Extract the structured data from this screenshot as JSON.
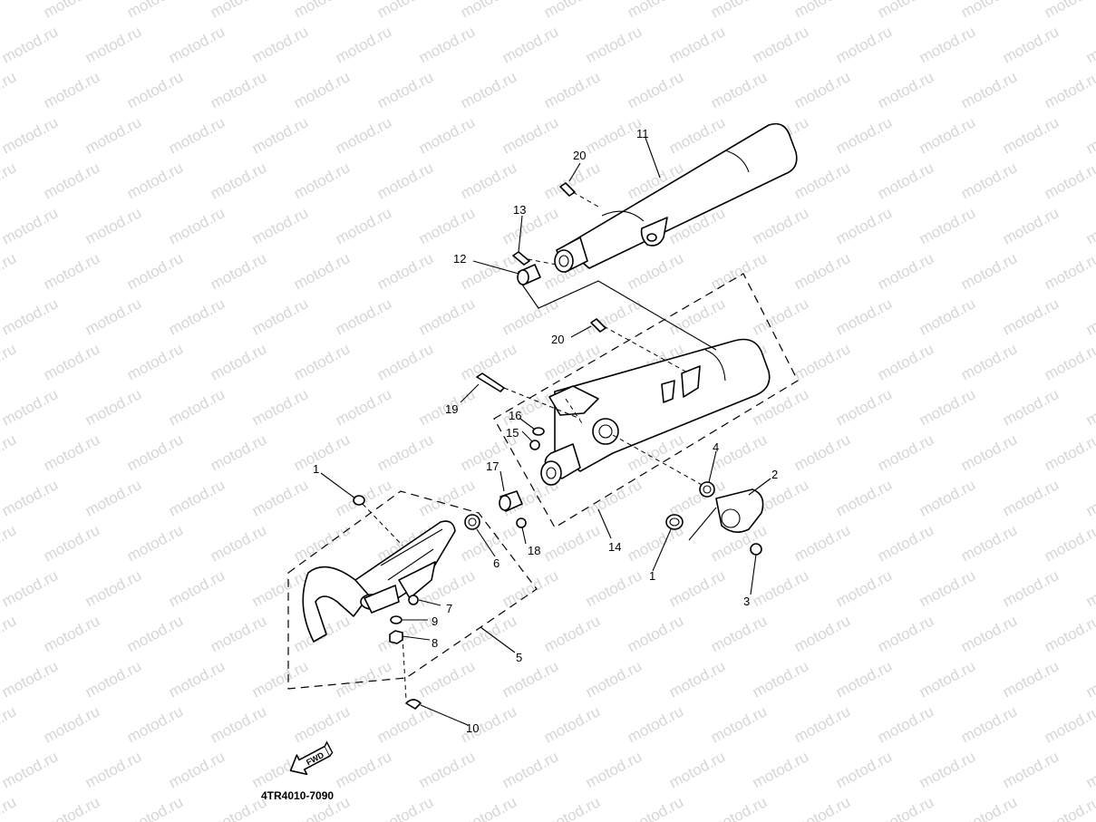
{
  "watermark": {
    "text": "motod.ru"
  },
  "diagram_code": "4TR4010-7090",
  "fwd_label": "FWD",
  "callouts": {
    "c1a": "1",
    "c1b": "1",
    "c2": "2",
    "c3": "3",
    "c4": "4",
    "c5": "5",
    "c6": "6",
    "c7": "7",
    "c8": "8",
    "c9": "9",
    "c10": "10",
    "c11": "11",
    "c12": "12",
    "c13": "13",
    "c14": "14",
    "c15": "15",
    "c16": "16",
    "c17": "17",
    "c18": "18",
    "c19": "19",
    "c20a": "20",
    "c20b": "20"
  }
}
